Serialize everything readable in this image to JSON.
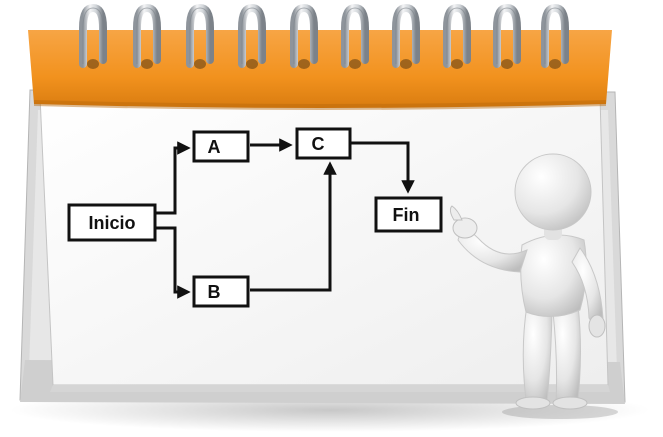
{
  "diagram": {
    "nodes": {
      "inicio": "Inicio",
      "a": "A",
      "b": "B",
      "c": "C",
      "fin": "Fin"
    },
    "edges": [
      {
        "from": "Inicio",
        "to": "A"
      },
      {
        "from": "Inicio",
        "to": "B"
      },
      {
        "from": "A",
        "to": "C"
      },
      {
        "from": "B",
        "to": "C"
      },
      {
        "from": "C",
        "to": "Fin"
      }
    ]
  },
  "colors": {
    "binding_orange": "#f2921e",
    "ring_silver": "#c9cdd2",
    "board_white": "#fbfbfb",
    "ink": "#111111",
    "figure": "#e9e9e9"
  },
  "icons": {
    "figure": "presenter-figure-icon",
    "rings": "spiral-ring-icon"
  }
}
